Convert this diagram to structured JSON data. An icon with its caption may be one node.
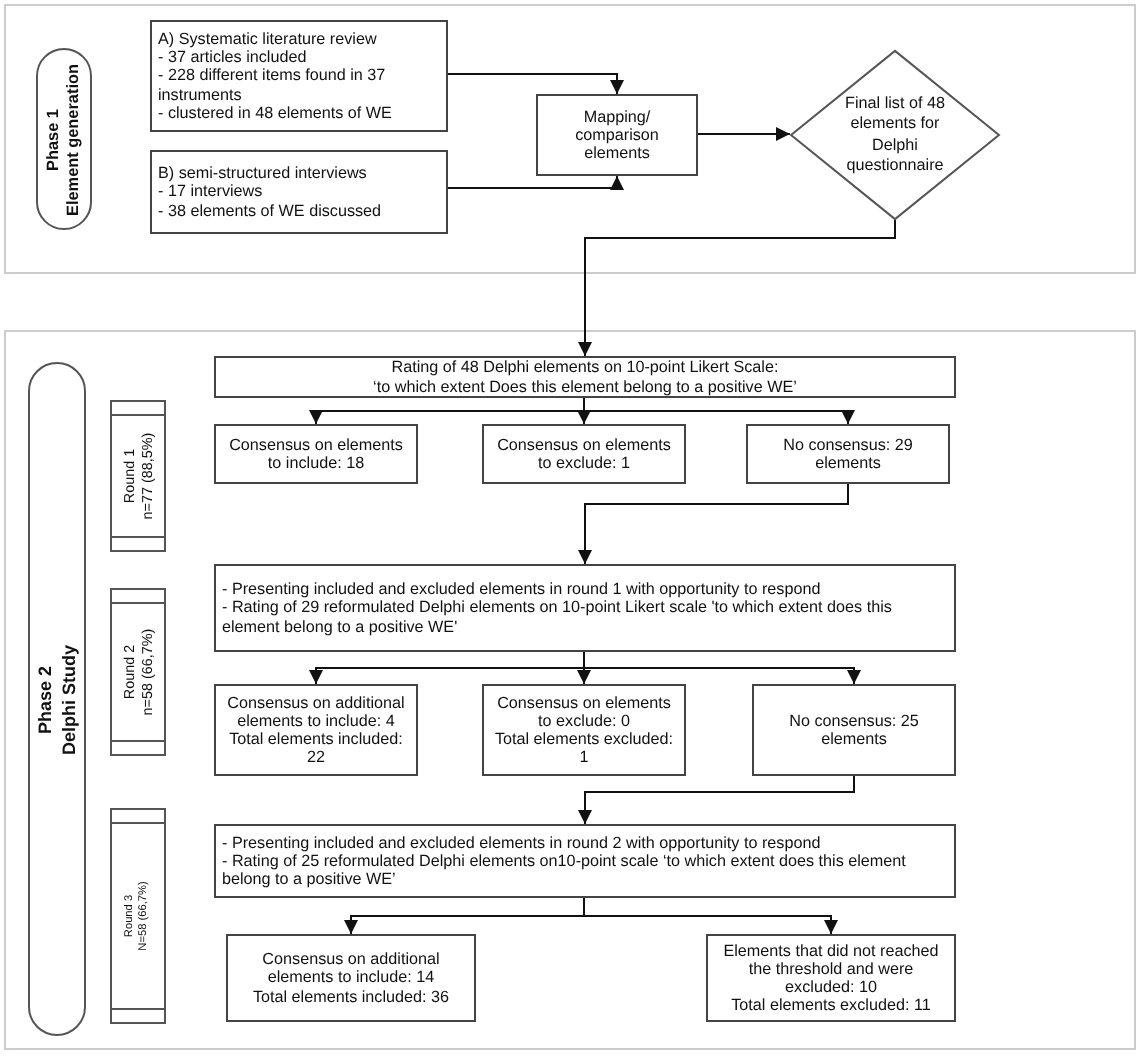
{
  "diagram": {
    "nodes": [
      {
        "text": [],
        "shape": "box"
      },
      {
        "text": [
          "Phase 1",
          "Element generation"
        ],
        "in": 0
      },
      {
        "text": [
          "A) Systematic literature review",
          "- 37 articles included",
          "- 228 different items found in 37 instruments",
          "- clustered in 48 elements of WE"
        ],
        "in": 0
      },
      {
        "text": [
          "B) semi-structured interviews",
          "- 17 interviews",
          "- 38 elements of WE discussed"
        ],
        "in": 0
      },
      {
        "text": [
          "Mapping/ comparison elements"
        ],
        "in": 0
      },
      {
        "text": [
          "Final list of 48 elements for Delphi questionnaire"
        ],
        "in": 0
      },
      {
        "text": [],
        "shape": "box"
      },
      {
        "text": [
          "Phase 2",
          "Delphi Study"
        ],
        "in": 6
      },
      {
        "text": [
          "Round 1",
          "n=77 (88,5%)"
        ],
        "in": 6
      },
      {
        "text": [
          "Rating of 48 Delphi elements on 10-point Likert Scale:",
          "‘to which extent Does this element belong to a positive WE’"
        ],
        "in": 6
      },
      {
        "text": [
          "Consensus on elements to include: 18"
        ],
        "in": 6
      },
      {
        "text": [
          "Consensus on elements to exclude: 1"
        ],
        "in": 6
      },
      {
        "text": [
          "No consensus: 29 elements"
        ],
        "in": 6
      },
      {
        "text": [
          "Round 2",
          "n=58 (66,7%)"
        ],
        "in": 6
      },
      {
        "text": [
          "- Presenting included and excluded elements in round 1 with opportunity to respond",
          "- Rating of 29 reformulated Delphi elements on 10-point Likert scale 'to which extent does this element belong to a positive WE'"
        ],
        "in": 6
      },
      {
        "text": [
          "Consensus on additional elements to include: 4",
          "Total elements included: 22"
        ],
        "in": 6
      },
      {
        "text": [
          "Consensus on elements to exclude: 0",
          "Total elements excluded: 1"
        ],
        "in": 6
      },
      {
        "text": [
          "No consensus: 25 elements"
        ],
        "in": 6
      },
      {
        "text": [
          "Round 3",
          "N=58 (66,7%)"
        ],
        "in": 6
      },
      {
        "text": [
          "- Presenting included and excluded elements in round 2 with opportunity to respond",
          "- Rating of 25 reformulated Delphi elements on10-point scale ‘to which extent does this element belong to a positive WE’"
        ],
        "in": 6
      },
      {
        "text": [
          "Consensus on additional elements to include: 14",
          "Total elements included: 36"
        ],
        "in": 6
      },
      {
        "text": [
          "Elements that did not reached the threshold and were excluded: 10",
          "Total elements excluded: 11"
        ],
        "in": 6
      }
    ],
    "edges": [
      {
        "from": 2,
        "to": 4,
        "arrow": "to"
      },
      {
        "from": 3,
        "to": 4,
        "arrow": "to"
      },
      {
        "from": 4,
        "to": 5,
        "arrow": "to"
      },
      {
        "from": 5,
        "to": 9,
        "arrow": "to"
      },
      {
        "from": 9,
        "to": 10,
        "arrow": "to"
      },
      {
        "from": 9,
        "to": 11,
        "arrow": "to"
      },
      {
        "from": 9,
        "to": 12,
        "arrow": "to"
      },
      {
        "from": 12,
        "to": 14,
        "arrow": "to"
      },
      {
        "from": 14,
        "to": 15,
        "arrow": "to"
      },
      {
        "from": 14,
        "to": 16,
        "arrow": "to"
      },
      {
        "from": 14,
        "to": 17,
        "arrow": "to"
      },
      {
        "from": 17,
        "to": 19,
        "arrow": "to"
      },
      {
        "from": 19,
        "to": 20,
        "arrow": "to"
      },
      {
        "from": 19,
        "to": 21,
        "arrow": "to"
      }
    ]
  }
}
